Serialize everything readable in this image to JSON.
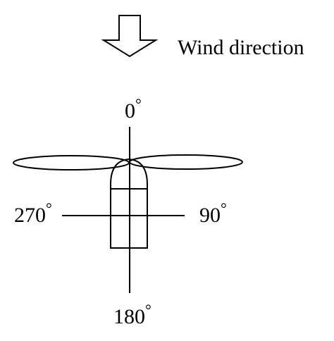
{
  "wind_label": "Wind direction",
  "angles": {
    "top": "0",
    "right": "90",
    "bottom": "180",
    "left": "270",
    "degree_symbol": "°"
  },
  "colors": {
    "stroke": "#000000",
    "background": "#ffffff"
  }
}
